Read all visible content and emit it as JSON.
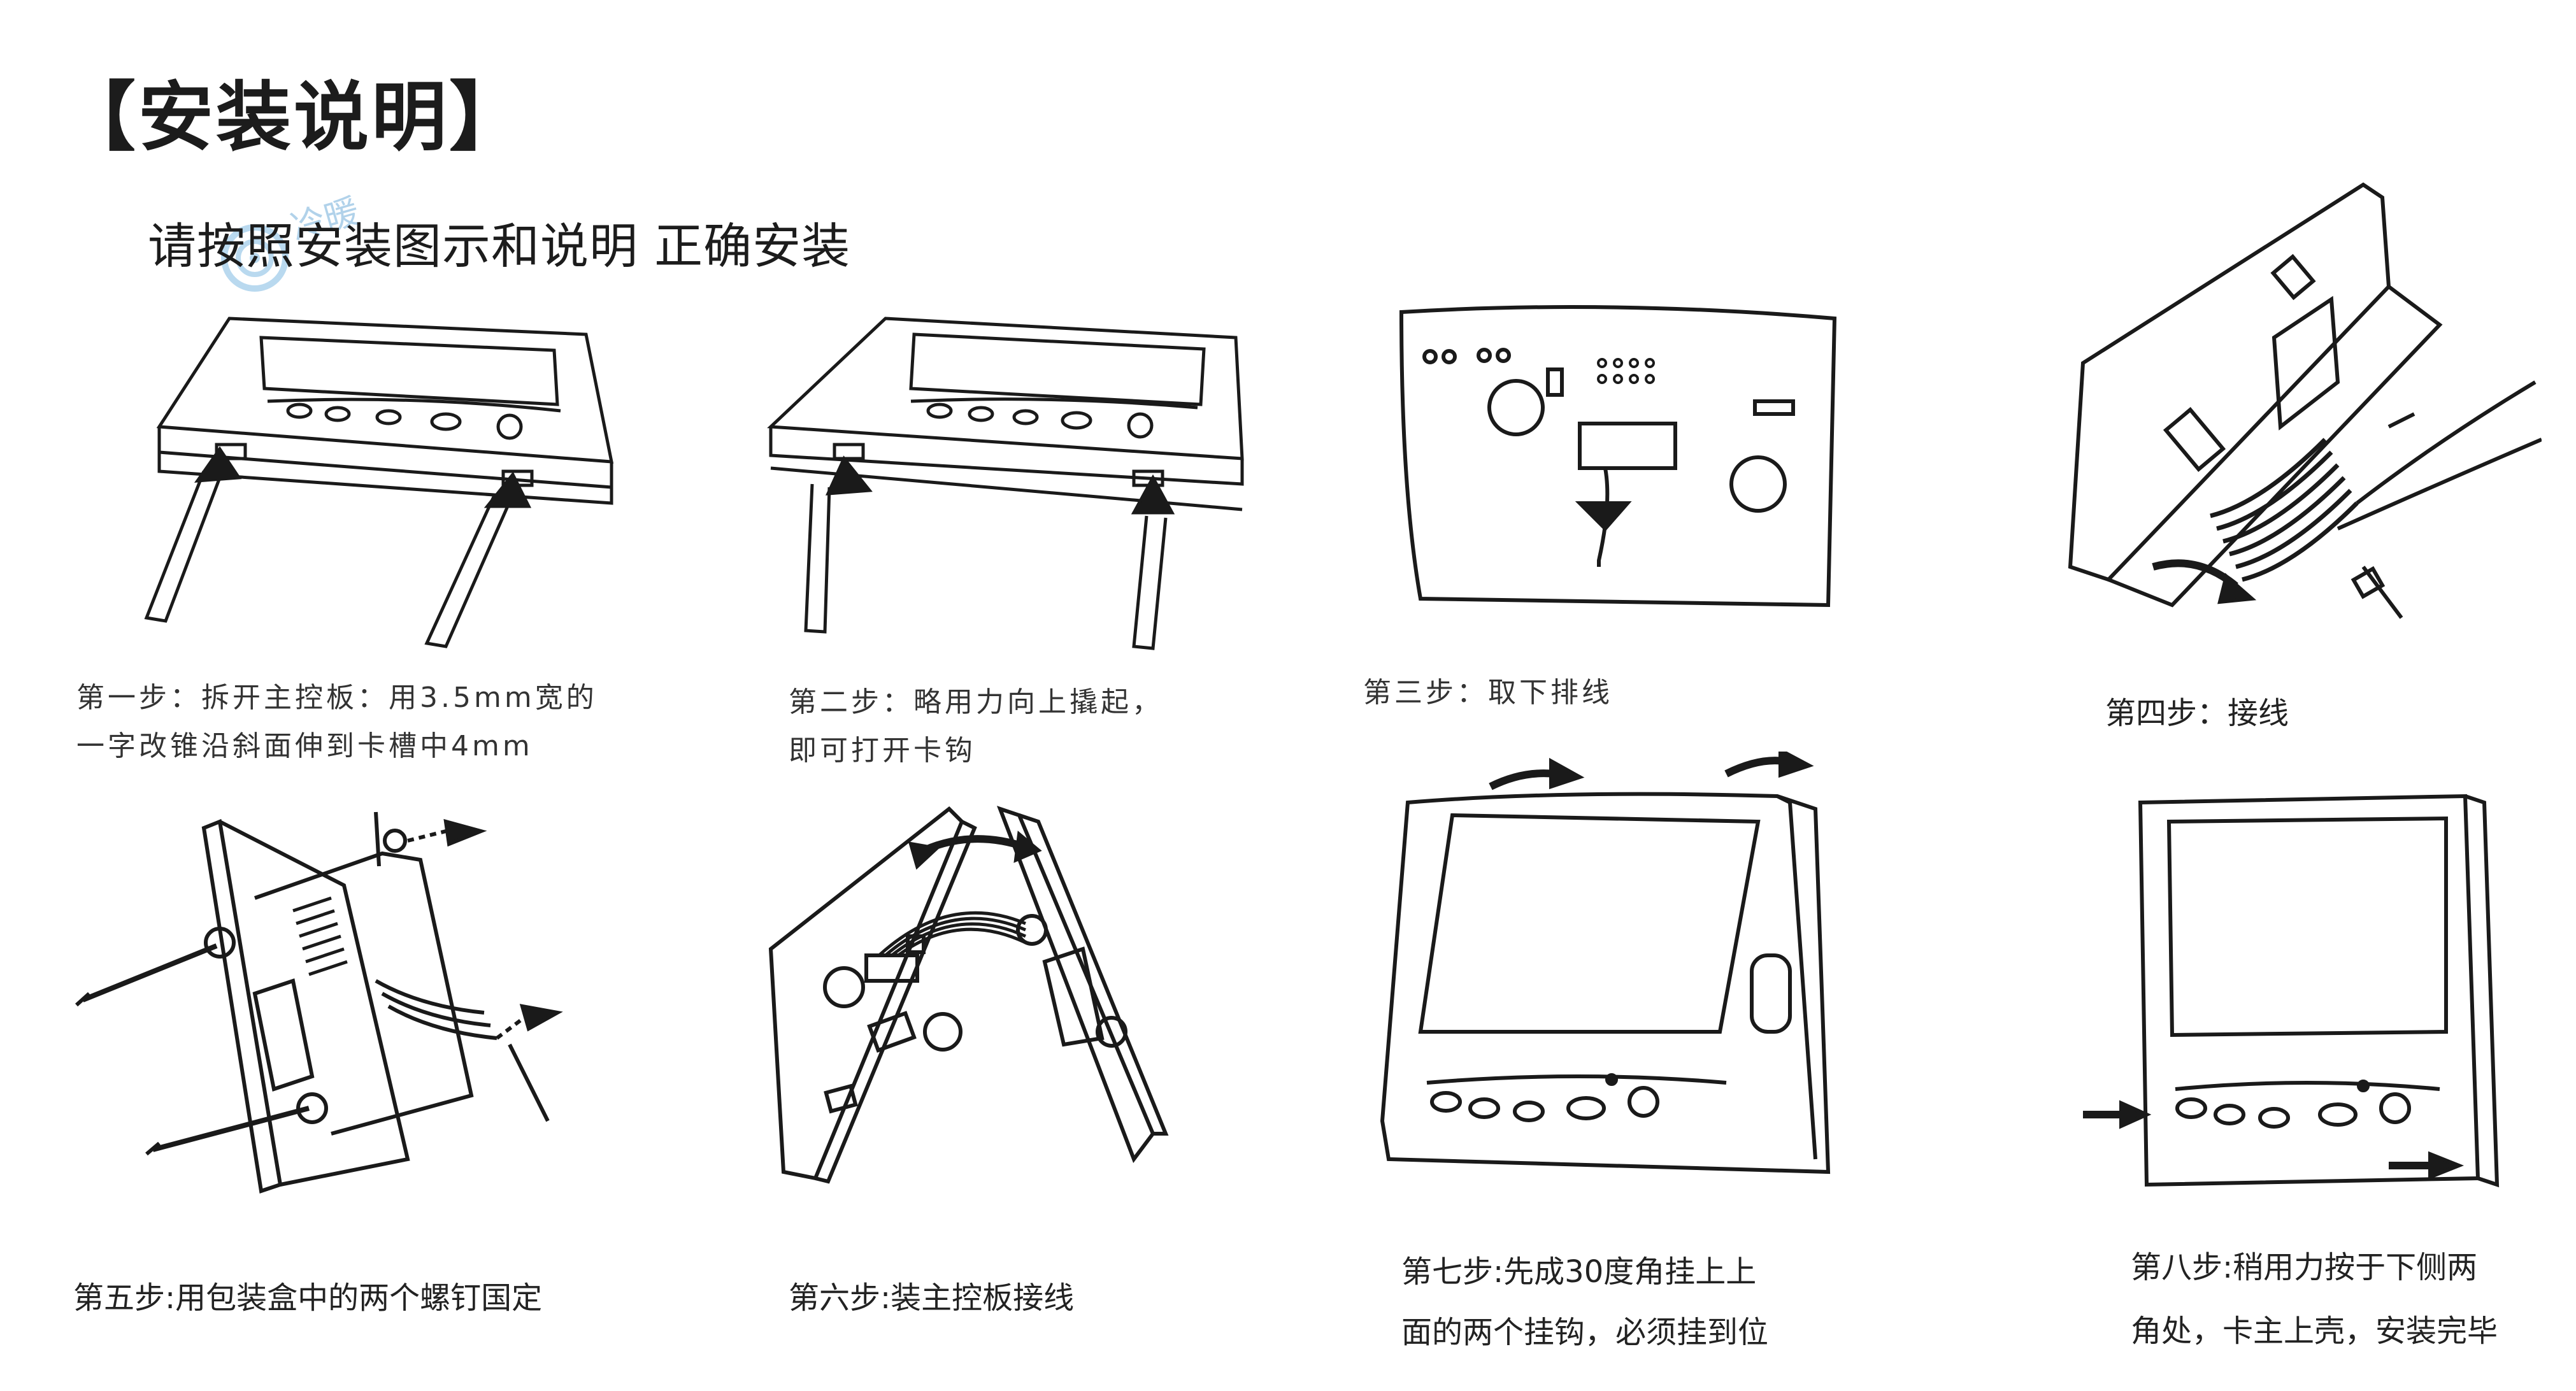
{
  "header": {
    "title": "【安装说明】",
    "subtitle": "请按照安装图示和说明 正确安装",
    "watermark": "冷暖"
  },
  "steps": [
    {
      "line1": "第一步：拆开主控板：用3.5mm宽的",
      "line2": "一字改锥沿斜面伸到卡槽中4mm"
    },
    {
      "line1": "第二步：略用力向上撬起，",
      "line2": "即可打开卡钩"
    },
    {
      "line1": "第三步：取下排线",
      "line2": ""
    },
    {
      "line1": "第四步：接线",
      "line2": ""
    },
    {
      "line1": "第五步:用包装盒中的两个螺钉国定",
      "line2": ""
    },
    {
      "line1": "第六步:装主控板接线",
      "line2": ""
    },
    {
      "line1": "第七步:先成30度角挂上上",
      "line2": "面的两个挂钩，必须挂到位"
    },
    {
      "line1": "第八步:稍用力按于下侧两",
      "line2": "角处，卡主上壳，安装完毕"
    }
  ]
}
